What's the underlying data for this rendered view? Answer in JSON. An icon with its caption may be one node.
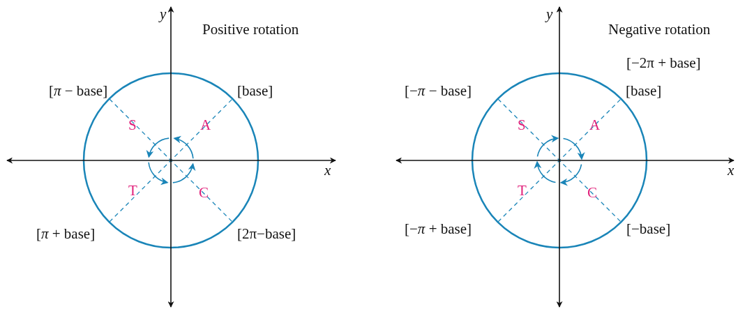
{
  "diagram": {
    "labels": [
      "y",
      "Positive rotation",
      "[*π* − base]",
      "[base]",
      "S",
      "A",
      "x",
      "T",
      "C",
      "[*π* + base]",
      "[2π−base]",
      "y",
      "Negative rotation",
      "[−2π + base]",
      "[−*π* − base]",
      "[base]",
      "S",
      "A",
      "x",
      "T",
      "C",
      "[−*π* + base]",
      "[−base]"
    ]
  }
}
